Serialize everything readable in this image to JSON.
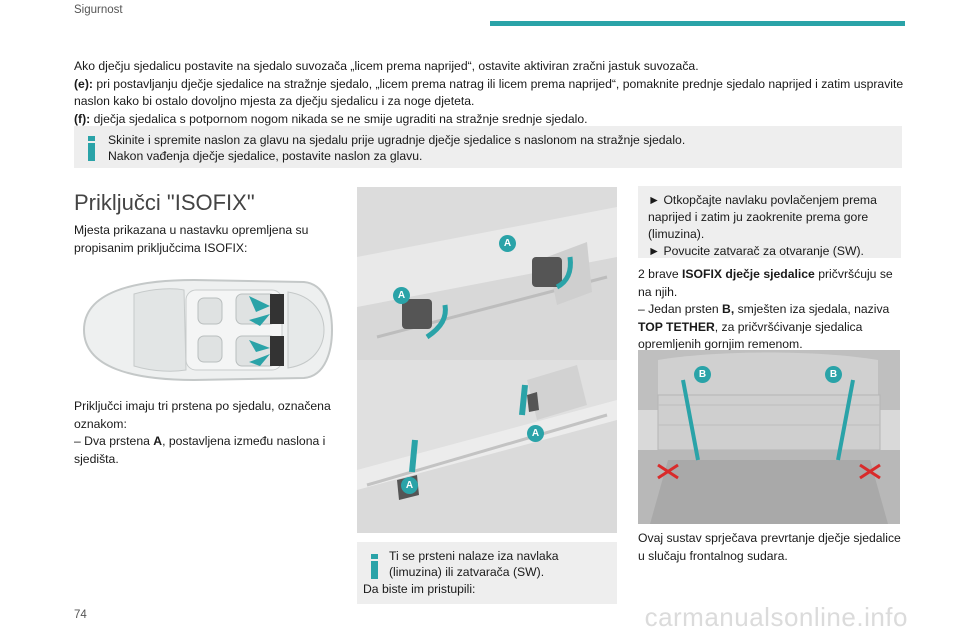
{
  "header": {
    "section": "Sigurnost"
  },
  "intro": {
    "line1": "Ako dječju sjedalicu postavite na sjedalo suvozača „licem prema naprijed“, ostavite aktiviran zračni jastuk suvozača.",
    "e_label": "(e):",
    "e_text": " pri postavljanju dječje sjedalice na stražnje sjedalo, „licem prema natrag ili licem prema naprijed“, pomaknite prednje sjedalo naprijed i zatim uspravite naslon kako bi ostalo dovoljno mjesta za dječju sjedalicu i za noge djeteta.",
    "f_label": "(f):",
    "f_text": " dječja sjedalica s potpornom nogom nikada se ne smije ugraditi na stražnje srednje sjedalo."
  },
  "info1": {
    "line1": "Skinite i spremite naslon za glavu na sjedalu prije ugradnje dječje sjedalice s naslonom na stražnje sjedalo.",
    "line2": "Nakon vađenja dječje sjedalice, postavite naslon za glavu."
  },
  "section": {
    "title": "Priključci \"ISOFIX\""
  },
  "col1": {
    "p1": "Mjesta prikazana u nastavku opremljena su propisanim priključcima ISOFIX:",
    "p2": "Priključci imaju tri prstena po sjedalu, označena oznakom:",
    "p3_pre": "–  Dva prstena ",
    "p3_bold": "A",
    "p3_post": ", postavljena između naslona i sjedišta."
  },
  "col2": {
    "badges": [
      "A",
      "A",
      "A",
      "A"
    ],
    "info_l1": "Ti se prsteni nalaze iza navlaka",
    "info_l2": "(limuzina) ili zatvarača (SW).",
    "info_l3": "Da biste im pristupili:"
  },
  "col3": {
    "step1": "► Otkopčajte navlaku povlačenjem prema naprijed i zatim ju zaokrenite prema gore (limuzina).",
    "step2": "► Povucite zatvarač za otvaranje (SW).",
    "p1_pre": "2 brave ",
    "p1_bold": "ISOFIX dječje sjedalice",
    "p1_post": " pričvršćuju se na njih.",
    "p2_pre": "–  Jedan prsten ",
    "p2_bold": "B,",
    "p2_post": " smješten iza sjedala, naziva ",
    "p2_bold2": "TOP TETHER",
    "p2_post2": ", za pričvršćivanje sjedalica opremljenih gornjim remenom.",
    "badges": [
      "B",
      "B"
    ],
    "p3": "Ovaj sustav sprječava prevrtanje dječje sjedalice u slučaju frontalnog sudara."
  },
  "footer": {
    "page_number": "74",
    "watermark": "carmanualsonline.info"
  }
}
